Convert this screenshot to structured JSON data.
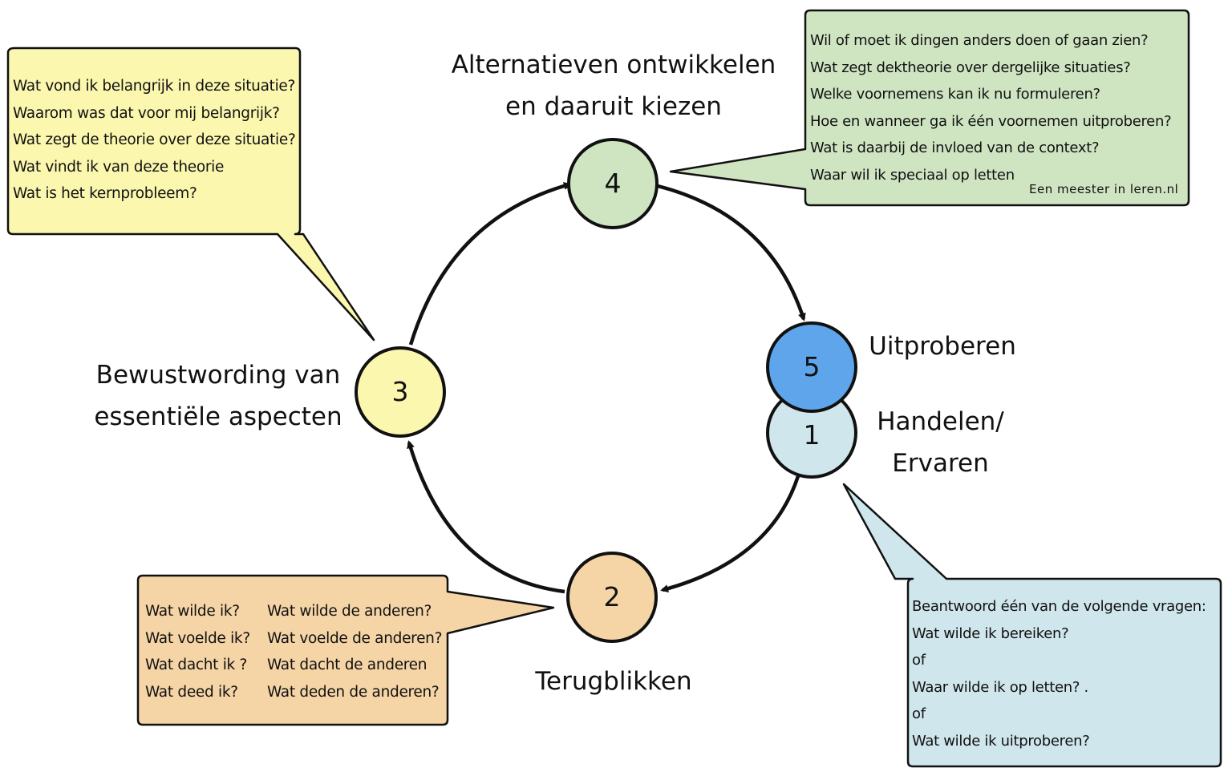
{
  "colors": {
    "yellow": "#FBF7AE",
    "green": "#CFE5C2",
    "orange": "#F5D4A6",
    "light_blue": "#CFE6EC",
    "node_blue": "#5EA5EB",
    "node_light_blue": "#CFE6EC",
    "outline": "#111111"
  },
  "stages": {
    "stage1": {
      "number": "1",
      "label_line1": "Handelen/",
      "label_line2": "Ervaren"
    },
    "stage2": {
      "number": "2",
      "label": "Terugblikken"
    },
    "stage3": {
      "number": "3",
      "label_line1": "Bewustwording van",
      "label_line2": "essentiële aspecten"
    },
    "stage4": {
      "number": "4",
      "label_line1": "Alternatieven ontwikkelen",
      "label_line2": "en daaruit kiezen"
    },
    "stage5": {
      "number": "5",
      "label": "Uitproberen"
    }
  },
  "bubbles": {
    "yellow": {
      "lines": [
        "Wat vond ik belangrijk in deze situatie?",
        "Waarom was dat voor mij belangrijk?",
        "Wat zegt de theorie over deze situatie?",
        "Wat vindt ik van deze theorie",
        "Wat is het kernprobleem?"
      ]
    },
    "green": {
      "lines": [
        "Wil of moet ik dingen anders doen of gaan zien?",
        "Wat zegt dektheorie over dergelijke situaties?",
        "Welke voornemens kan ik nu formuleren?",
        "Hoe en wanneer ga ik één voornemen uitproberen?",
        "Wat is daarbij de invloed van de context?",
        "Waar wil ik speciaal op letten"
      ],
      "credit": "Een meester in leren.nl"
    },
    "orange": {
      "left": [
        "Wat wilde ik?",
        "Wat voelde ik?",
        "Wat dacht ik ?",
        "Wat deed ik?"
      ],
      "right": [
        "Wat wilde de anderen?",
        "Wat voelde de anderen?",
        "Wat dacht de anderen",
        "Wat deden de anderen?"
      ]
    },
    "blue": {
      "lines": [
        "Beantwoord één van de volgende vragen:",
        "Wat wilde ik bereiken?",
        "of",
        "Waar wilde ik op letten? .",
        "of",
        "Wat wilde ik uitproberen?"
      ]
    }
  }
}
